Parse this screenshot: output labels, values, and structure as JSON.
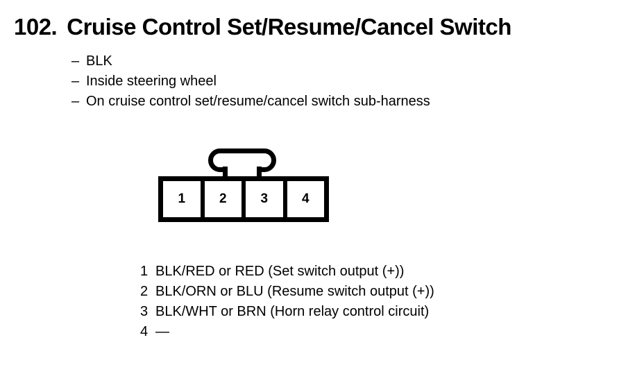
{
  "page": {
    "background_color": "#ffffff",
    "ink_color": "#000000"
  },
  "heading": {
    "number": "102.",
    "text": "Cruise Control Set/Resume/Cancel Switch"
  },
  "notes": {
    "dash": "–",
    "items": [
      {
        "label": "BLK"
      },
      {
        "label": "Inside steering wheel"
      },
      {
        "label": "On cruise control set/resume/cancel switch sub-harness"
      }
    ]
  },
  "connector": {
    "terminal_count": 4,
    "terminals": [
      {
        "number": "1"
      },
      {
        "number": "2"
      },
      {
        "number": "3"
      },
      {
        "number": "4"
      }
    ]
  },
  "pinout": {
    "rows": [
      {
        "pin": "1",
        "description": "BLK/RED or RED (Set switch output (+))"
      },
      {
        "pin": "2",
        "description": "BLK/ORN or BLU (Resume switch output (+))"
      },
      {
        "pin": "3",
        "description": "BLK/WHT or BRN (Horn relay control circuit)"
      },
      {
        "pin": "4",
        "description": "—"
      }
    ]
  }
}
